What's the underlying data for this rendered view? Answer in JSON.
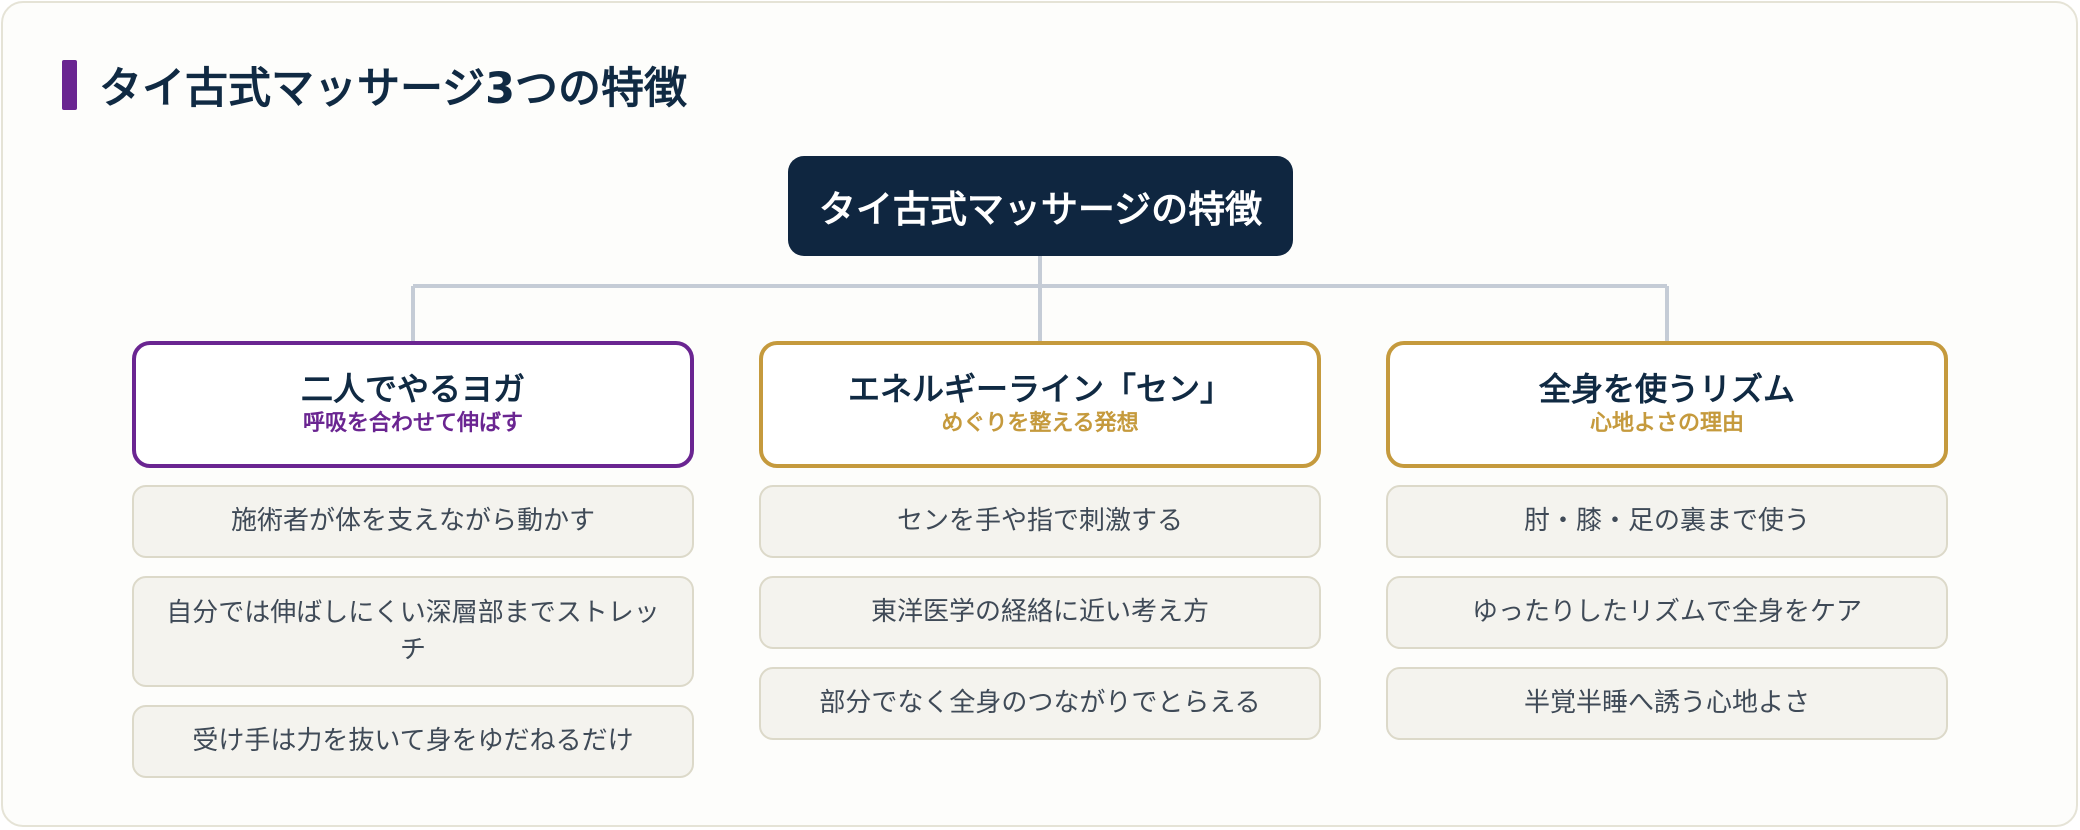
{
  "title": "タイ古式マッサージ3つの特徴",
  "root": {
    "label": "タイ古式マッサージの特徴"
  },
  "branches": [
    {
      "title": "二人でやるヨガ",
      "subtitle": "呼吸を合わせて伸ばす",
      "accent": "#6a2591",
      "items": [
        "施術者が体を支えながら動かす",
        "自分では伸ばしにくい深層部までストレッチ",
        "受け手は力を抜いて身をゆだねるだけ"
      ]
    },
    {
      "title": "エネルギーライン「セン」",
      "subtitle": "めぐりを整える発想",
      "accent": "#c59a3d",
      "items": [
        "センを手や指で刺激する",
        "東洋医学の経絡に近い考え方",
        "部分でなく全身のつながりでとらえる"
      ]
    },
    {
      "title": "全身を使うリズム",
      "subtitle": "心地よさの理由",
      "accent": "#c59a3d",
      "items": [
        "肘・膝・足の裏まで使う",
        "ゆったりしたリズムで全身をケア",
        "半覚半睡へ誘う心地よさ"
      ]
    }
  ],
  "colors": {
    "navy": "#0f2640",
    "purple": "#6a2591",
    "gold": "#c59a3d",
    "connector": "#c5ccd6",
    "item_bg": "#f4f3ee"
  }
}
